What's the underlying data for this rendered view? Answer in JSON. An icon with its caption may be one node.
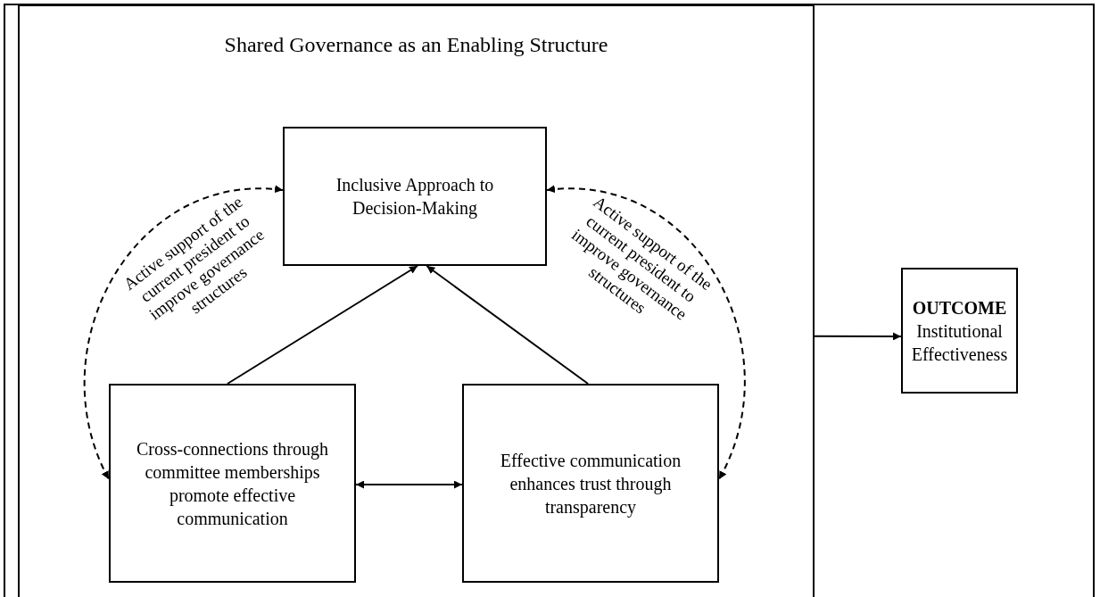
{
  "diagram": {
    "nodes": [
      {
        "text": [
          "Shared Governance as an Enabling Structure"
        ]
      },
      {
        "text": [
          "Inclusive Approach to Decision-Making"
        ],
        "in": 0
      },
      {
        "text": [
          "Cross-connections through committee memberships promote effective communication"
        ],
        "in": 0
      },
      {
        "text": [
          "Effective communication enhances trust through transparency"
        ],
        "in": 0
      },
      {
        "text": [
          "**OUTCOME** Institutional Effectiveness"
        ]
      }
    ],
    "edges": [
      {
        "from": 2,
        "to": 1,
        "arrow": "to"
      },
      {
        "from": 3,
        "to": 1,
        "arrow": "to"
      },
      {
        "from": 2,
        "to": 3,
        "arrow": "both"
      },
      {
        "from": 1,
        "to": 2,
        "arrow": "both",
        "style": "dashed",
        "label": "Active support of the current president to improve governance structures"
      },
      {
        "from": 1,
        "to": 3,
        "arrow": "both",
        "style": "dashed",
        "label": "Active support of the current president to improve governance structures"
      },
      {
        "from": 0,
        "to": 4,
        "arrow": "to"
      }
    ]
  }
}
